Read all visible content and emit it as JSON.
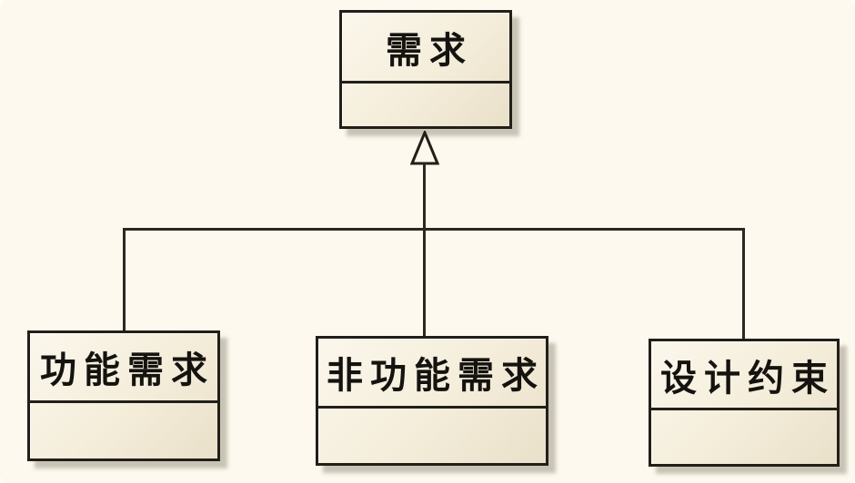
{
  "diagram": {
    "type": "uml-class-generalization",
    "parent": {
      "label": "需求"
    },
    "children": [
      {
        "label": "功能需求"
      },
      {
        "label": "非功能需求"
      },
      {
        "label": "设计约束"
      }
    ],
    "relationship": "generalization",
    "colors": {
      "background": "#fdf9ee",
      "box_fill_light": "#fbf7ec",
      "box_fill_dark": "#e9e0c9",
      "border": "#221f19",
      "line": "#2b2822",
      "shadow": "#9e9889",
      "text": "#15130f"
    }
  }
}
